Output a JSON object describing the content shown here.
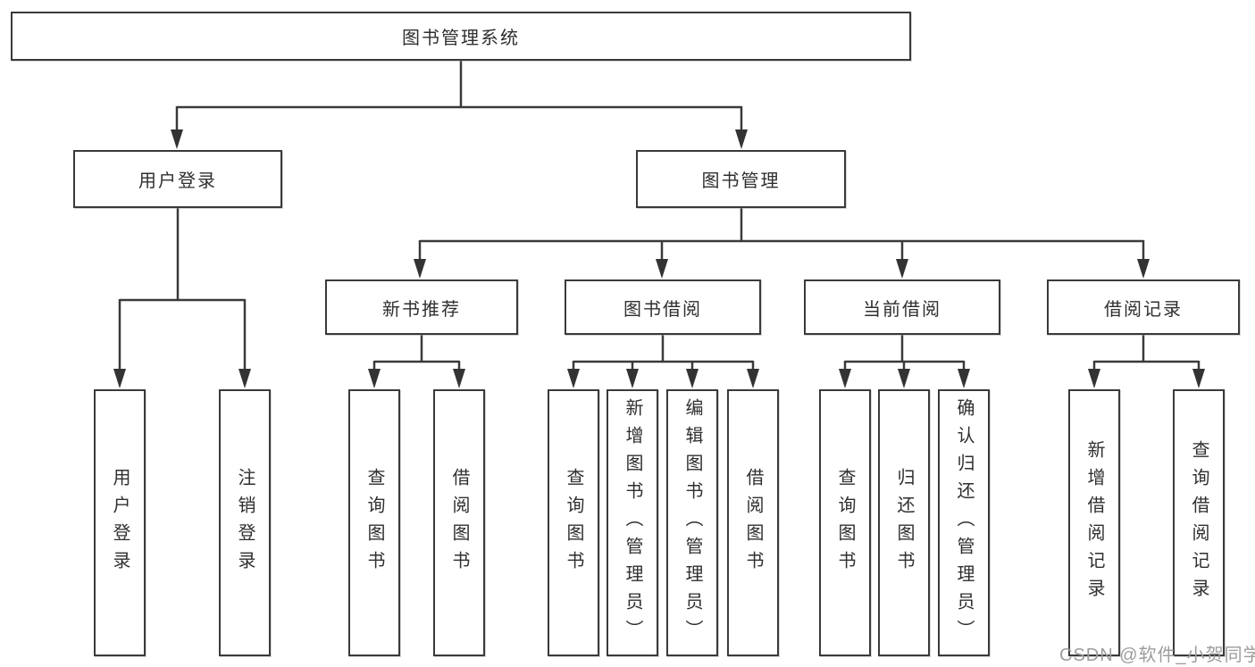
{
  "tree": {
    "root": "图书管理系统",
    "branches": [
      {
        "label": "用户登录",
        "children": [
          "用户登录",
          "注销登录"
        ]
      },
      {
        "label": "图书管理",
        "groups": [
          {
            "label": "新书推荐",
            "children": [
              "查询图书",
              "借阅图书"
            ]
          },
          {
            "label": "图书借阅",
            "children": [
              "查询图书",
              "新增图书（管理员）",
              "编辑图书（管理员）",
              "借阅图书"
            ]
          },
          {
            "label": "当前借阅",
            "children": [
              "查询图书",
              "归还图书",
              "确认归还（管理员）"
            ]
          },
          {
            "label": "借阅记录",
            "children": [
              "新增借阅记录",
              "查询借阅记录"
            ]
          }
        ]
      }
    ]
  },
  "watermark": {
    "text": "CSDN @软件_小贺同学"
  },
  "colors": {
    "line": "#3a3a3a",
    "box_border": "#3a3a3a",
    "box_background": "#ffffff",
    "watermark_text": "#9d9d9d"
  }
}
